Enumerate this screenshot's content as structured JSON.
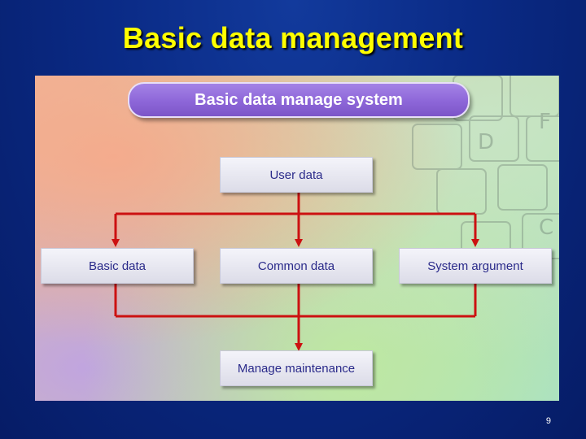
{
  "slide": {
    "title": "Basic data management",
    "page_number": "9"
  },
  "diagram": {
    "header": "Basic data manage system",
    "nodes": {
      "user_data": "User data",
      "basic_data": "Basic data",
      "common_data": "Common data",
      "system_argument": "System argument",
      "manage_maintenance": "Manage maintenance"
    },
    "edges": [
      {
        "from": "User data",
        "to": "Basic data"
      },
      {
        "from": "User data",
        "to": "Common data"
      },
      {
        "from": "User data",
        "to": "System argument"
      },
      {
        "from": "Basic data",
        "to": "Manage maintenance"
      },
      {
        "from": "Common data",
        "to": "Manage maintenance"
      },
      {
        "from": "System argument",
        "to": "Manage maintenance"
      }
    ],
    "connector_color": "#cc1111"
  }
}
